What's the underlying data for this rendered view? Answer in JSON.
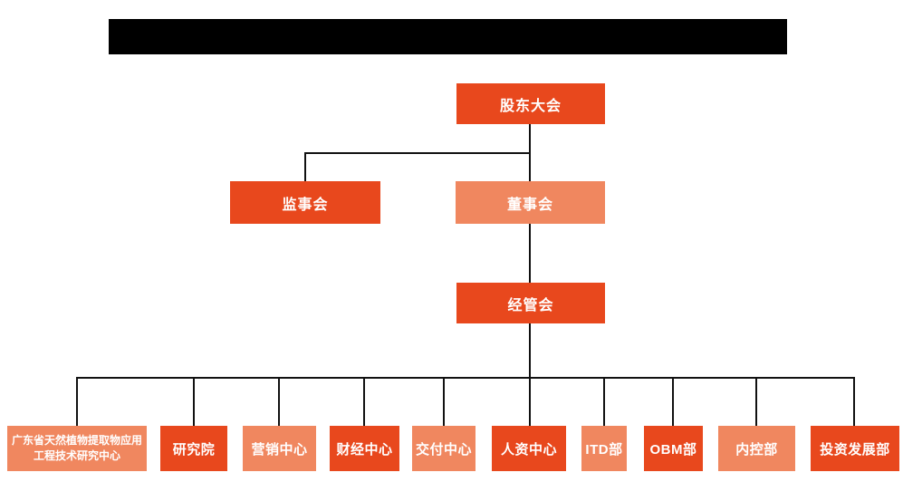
{
  "colors": {
    "primary_box": "#E8481D",
    "secondary_box": "#F0875F",
    "connector_line": "#111111",
    "background": "#FFFFFF",
    "redaction_bar": "#000000"
  },
  "org_chart": {
    "root": {
      "label": "股东大会",
      "variant": "primary"
    },
    "level2": [
      {
        "label": "监事会",
        "variant": "primary"
      },
      {
        "label": "董事会",
        "variant": "secondary"
      }
    ],
    "level3": {
      "label": "经管会",
      "variant": "primary"
    },
    "departments": [
      {
        "label": "广东省天然植物提取物应用工程技术研究中心",
        "variant": "secondary"
      },
      {
        "label": "研究院",
        "variant": "primary"
      },
      {
        "label": "营销中心",
        "variant": "secondary"
      },
      {
        "label": "财经中心",
        "variant": "primary"
      },
      {
        "label": "交付中心",
        "variant": "secondary"
      },
      {
        "label": "人资中心",
        "variant": "primary"
      },
      {
        "label": "ITD部",
        "variant": "secondary"
      },
      {
        "label": "OBM部",
        "variant": "primary"
      },
      {
        "label": "内控部",
        "variant": "secondary"
      },
      {
        "label": "投资发展部",
        "variant": "primary"
      }
    ]
  }
}
